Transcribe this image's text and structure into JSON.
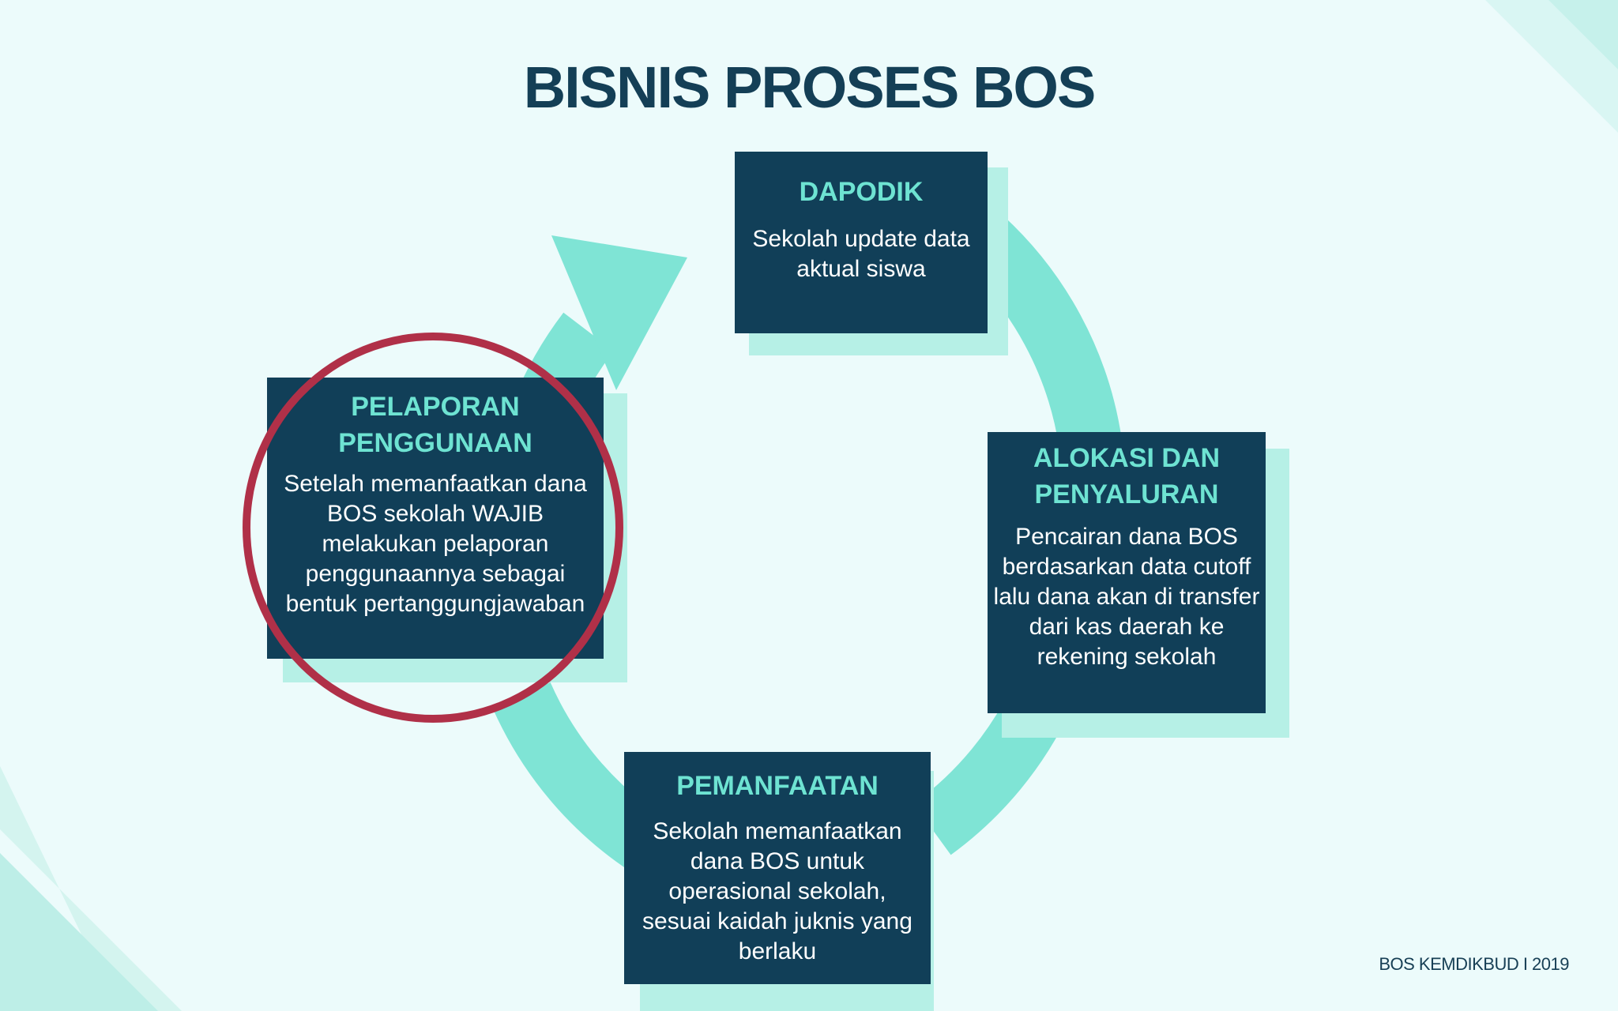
{
  "title": "BISNIS PROSES BOS",
  "colors": {
    "background": "#ecfbfb",
    "card": "#113f58",
    "card_shadow": "#b6f0e6",
    "heading": "#6ee3d2",
    "cycle_arrow": "#7fe4d5",
    "highlight_circle": "#b03048"
  },
  "steps": [
    {
      "heading": "DAPODIK",
      "body": "Sekolah update  data\naktual siswa"
    },
    {
      "heading": "ALOKASI DAN\nPENYALURAN",
      "body": "Pencairan dana BOS\nberdasarkan data cutoff\nlalu dana akan di transfer\ndari kas daerah ke\nrekening sekolah"
    },
    {
      "heading": "PEMANFAATAN",
      "body": "Sekolah  memanfaatkan\ndana  BOS untuk\noperasional  sekolah,\nsesuai kaidah  juknis yang\nberlaku"
    },
    {
      "heading": "PELAPORAN\nPENGGUNAAN",
      "body": "Setelah memanfaatkan dana\nBOS sekolah WAJIB\nmelakukan pelaporan\npenggunaannya sebagai\nbentuk pertanggungjawaban"
    }
  ],
  "footer": "BOS KEMDIKBUD I 2019"
}
